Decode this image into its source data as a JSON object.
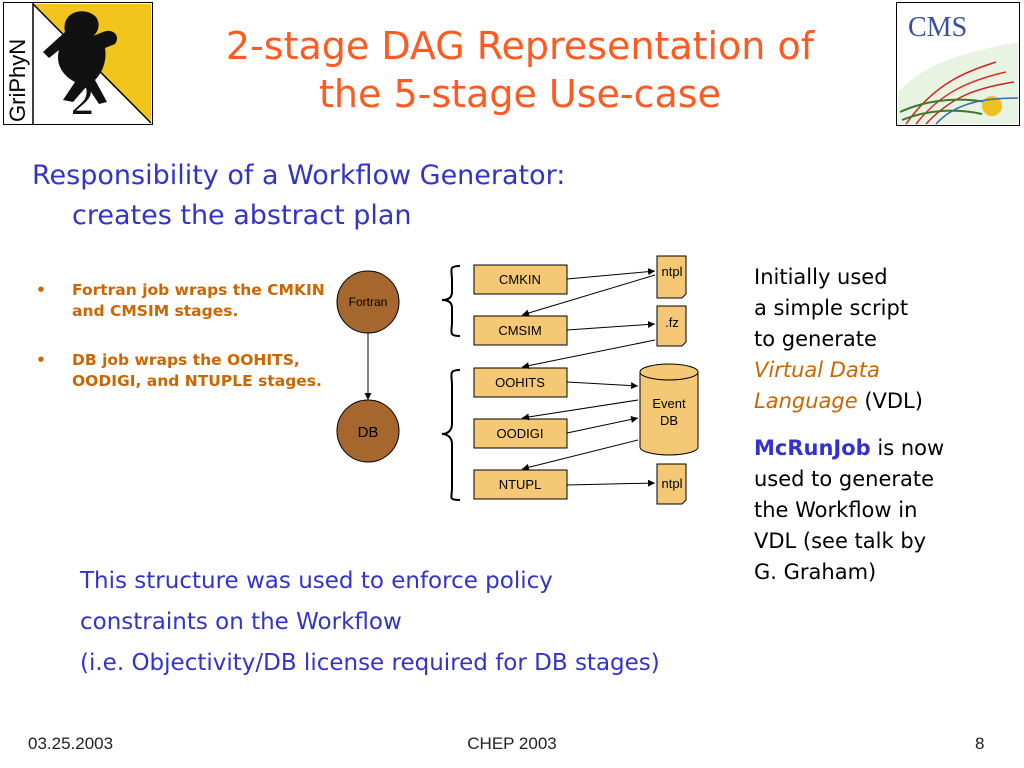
{
  "logos": {
    "left_text": "GriPhyN",
    "right_text": "CMS"
  },
  "title": {
    "line1": "2-stage DAG Representation of",
    "line2": "the 5-stage Use-case"
  },
  "subheading": {
    "line1": "Responsibility of a Workflow Generator:",
    "line2": "creates the abstract plan"
  },
  "bullets": [
    {
      "marker": "•",
      "text": "Fortran job wraps the CMKIN and CMSIM stages."
    },
    {
      "marker": "•",
      "text": "DB job wraps the OOHITS, OODIGI, and NTUPLE stages."
    }
  ],
  "diagram": {
    "nodes": {
      "fortran": "Fortran",
      "db": "DB"
    },
    "stages": [
      "CMKIN",
      "CMSIM",
      "OOHITS",
      "OODIGI",
      "NTUPL"
    ],
    "outputs": {
      "ntpl1": "ntpl",
      "fz": ".fz",
      "event_db_line1": "Event",
      "event_db_line2": "DB",
      "ntpl2": "ntpl"
    }
  },
  "right_text": {
    "p1_line1": "Initially used",
    "p1_line2": "a simple script",
    "p1_line3": "to generate",
    "p1_vdl1": "Virtual Data",
    "p1_vdl2": "Language",
    "p1_vdl_abbr": " (VDL)",
    "p2_bold": "McRunJob",
    "p2_rest1": " is now",
    "p2_line2": "used to generate",
    "p2_line3": "the Workflow in",
    "p2_line4": "VDL (see talk by",
    "p2_line5": "G. Graham)"
  },
  "bottom_text": [
    "This structure was used to enforce policy",
    "constraints on the Workflow",
    "(i.e. Objectivity/DB license required for DB stages)"
  ],
  "footer": {
    "date": "03.25.2003",
    "conference": "CHEP 2003",
    "page": "8"
  }
}
